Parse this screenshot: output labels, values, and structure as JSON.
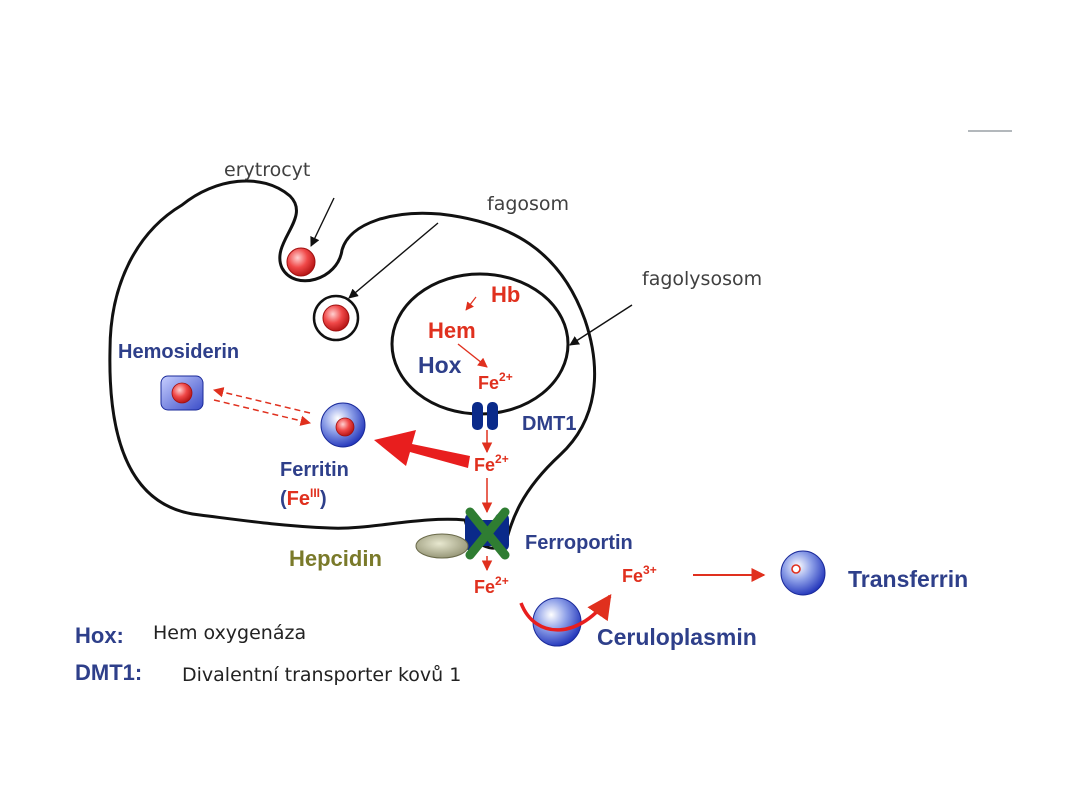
{
  "colors": {
    "membrane": "#111111",
    "iron_red": "#e0301e",
    "protein_blue": "#2e3f8a",
    "hepcidin_olive": "#7a7a2a",
    "block_green": "#2f7d32",
    "transporter_blue": "#0a2a8a",
    "callout_gray": "#404040"
  },
  "callouts": {
    "erythrocyte": "erytrocyt",
    "phagosome": "fagosom",
    "phagolysosome": "fagolysosom"
  },
  "molecules": {
    "hb": "Hb",
    "hem": "Hem",
    "hox": "Hox",
    "fe_lysosome": "Fe",
    "fe_lysosome_charge": "2+",
    "dmt1": "DMT1",
    "fe_cytosol": "Fe",
    "fe_cytosol_charge": "2+",
    "hemosiderin": "Hemosiderin",
    "ferritin": "Ferritin",
    "ferritin_state_open": "(",
    "ferritin_state_fe": "Fe",
    "ferritin_state_ox": "III",
    "ferritin_state_close": ")",
    "ferroportin": "Ferroportin",
    "hepcidin": "Hepcidin",
    "fe_out": "Fe",
    "fe_out_charge": "2+",
    "fe3": "Fe",
    "fe3_charge": "3+",
    "ceruloplasmin": "Ceruloplasmin",
    "transferrin": "Transferrin"
  },
  "legend": [
    {
      "key": "Hox:",
      "value": "Hem oxygenáza"
    },
    {
      "key": "DMT1:",
      "value": "Divalentní transporter kovů 1"
    }
  ],
  "icons": {
    "blocked_transport": "green-x-icon"
  }
}
